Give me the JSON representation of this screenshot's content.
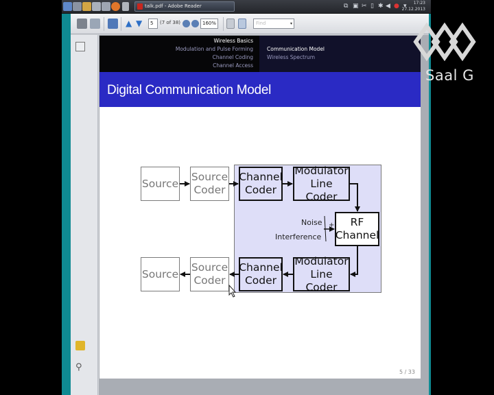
{
  "taskbar": {
    "window_task": "talk.pdf - Adobe Reader",
    "clock_time": "17:23",
    "clock_date": "27.12.2013"
  },
  "toolbar": {
    "page_current": "5",
    "page_of": "(7 of 38)",
    "zoom": "160%",
    "find_placeholder": "Find"
  },
  "slide": {
    "nav_sections": [
      "Wireless Basics",
      "Modulation and Pulse Forming",
      "Channel Coding",
      "Channel Access"
    ],
    "nav_subsections": [
      "Communication Model",
      "Wireless Spectrum"
    ],
    "title": "Digital Communication Model",
    "page_number": "5 / 33",
    "diagram": {
      "top_row": {
        "source": "Source",
        "source_coder": [
          "Source",
          "Coder"
        ],
        "channel_coder": [
          "Channel",
          "Coder"
        ],
        "modulator": [
          "Modulator",
          "Line Coder"
        ]
      },
      "rf_channel": [
        "RF",
        "Channel"
      ],
      "noise": "Noise",
      "interference": "Interference",
      "plus": "+",
      "bottom_row": {
        "source": "Source",
        "source_coder": [
          "Source",
          "Coder"
        ],
        "channel_coder": [
          "Channel",
          "Coder"
        ],
        "modulator": [
          "Modulator",
          "Line Coder"
        ]
      }
    }
  },
  "watermark": {
    "text": "Saal G"
  },
  "colors": {
    "desktop": "#0f8a92",
    "slide_title_bar": "#2a2ac4",
    "diagram_shade": "#dedef8",
    "header_active": "#ffffff",
    "header_inactive": "#9b9bc0"
  }
}
